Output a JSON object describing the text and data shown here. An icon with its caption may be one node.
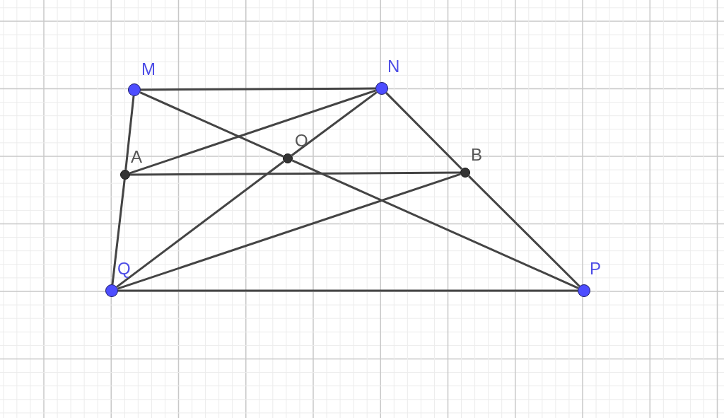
{
  "diagram": {
    "nodes": [
      {
        "text": [
          "M"
        ]
      },
      {
        "text": [
          "N"
        ]
      },
      {
        "text": [
          "O"
        ]
      },
      {
        "text": [
          "A"
        ]
      },
      {
        "text": [
          "B"
        ]
      },
      {
        "text": [
          "Q"
        ]
      },
      {
        "text": [
          "P"
        ]
      }
    ],
    "edges": [
      {
        "from": 0,
        "to": 1,
        "arrow": "none"
      },
      {
        "from": 1,
        "to": 4,
        "arrow": "none"
      },
      {
        "from": 4,
        "to": 6,
        "arrow": "none"
      },
      {
        "from": 6,
        "to": 5,
        "arrow": "none"
      },
      {
        "from": 5,
        "to": 3,
        "arrow": "none"
      },
      {
        "from": 3,
        "to": 0,
        "arrow": "none"
      },
      {
        "from": 3,
        "to": 1,
        "arrow": "none"
      },
      {
        "from": 3,
        "to": 4,
        "arrow": "none"
      },
      {
        "from": 4,
        "to": 5,
        "arrow": "none"
      },
      {
        "from": 0,
        "to": 2,
        "arrow": "none"
      },
      {
        "from": 2,
        "to": 6,
        "arrow": "none"
      },
      {
        "from": 1,
        "to": 2,
        "arrow": "none"
      },
      {
        "from": 2,
        "to": 5,
        "arrow": "none"
      }
    ]
  }
}
